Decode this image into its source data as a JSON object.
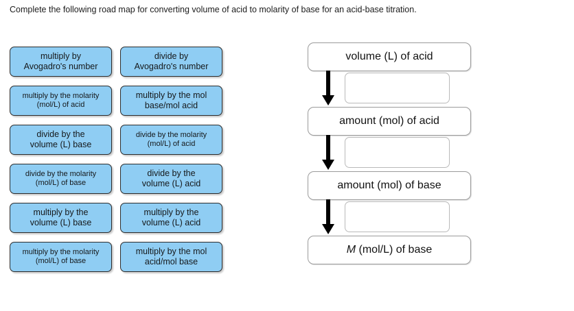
{
  "prompt": {
    "text": "Complete the following road map for converting volume of acid to molarity of base for an acid-base titration."
  },
  "colors": {
    "tile_fill": "#8fcdf3",
    "tile_border": "#2b2b2b",
    "node_border": "#9a9a9a",
    "slot_border": "#b9b9b9",
    "arrow": "#000000",
    "page_background": "#ffffff"
  },
  "tile_bank": {
    "tiles": [
      {
        "line1": "multiply by",
        "line2": "Avogadro's number",
        "size": "lg"
      },
      {
        "line1": "divide by",
        "line2": "Avogadro's number",
        "size": "lg"
      },
      {
        "line1": "multiply by the molarity",
        "line2": "(mol/L) of acid",
        "size": "sm"
      },
      {
        "line1": "multiply by the mol",
        "line2": "base/mol acid",
        "size": "lg"
      },
      {
        "line1": "divide by the",
        "line2": "volume (L) base",
        "size": "lg"
      },
      {
        "line1": "divide by the molarity",
        "line2": "(mol/L) of acid",
        "size": "sm"
      },
      {
        "line1": "divide by the molarity",
        "line2": "(mol/L) of base",
        "size": "sm"
      },
      {
        "line1": "divide by the",
        "line2": "volume (L) acid",
        "size": "lg"
      },
      {
        "line1": "multiply by the",
        "line2": "volume (L) base",
        "size": "lg"
      },
      {
        "line1": "multiply by the",
        "line2": "volume (L) acid",
        "size": "lg"
      },
      {
        "line1": "multiply by the molarity",
        "line2": "(mol/L) of base",
        "size": "sm"
      },
      {
        "line1": "multiply by the mol",
        "line2": "acid/mol base",
        "size": "lg"
      }
    ]
  },
  "flow": {
    "nodes": [
      {
        "text": "volume (L) of acid",
        "italic_prefix": ""
      },
      {
        "text": "amount (mol) of acid",
        "italic_prefix": ""
      },
      {
        "text": "amount (mol) of base",
        "italic_prefix": ""
      },
      {
        "text": " (mol/L) of base",
        "italic_prefix": "M"
      }
    ],
    "slots": [
      {
        "value": ""
      },
      {
        "value": ""
      },
      {
        "value": ""
      }
    ]
  }
}
